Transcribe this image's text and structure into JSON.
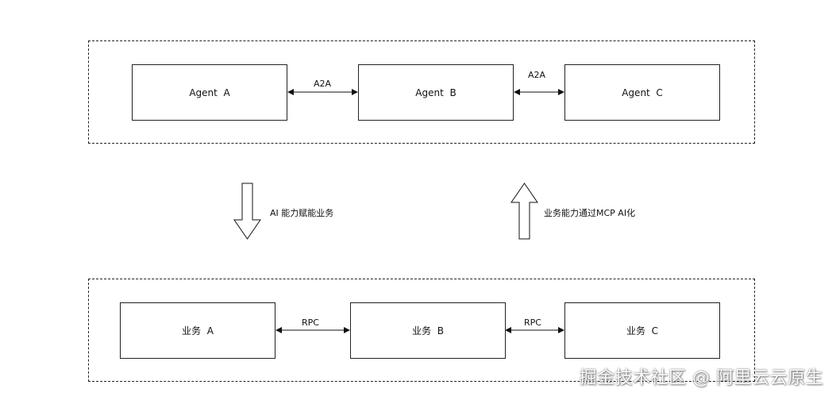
{
  "top_group": {
    "nodes": [
      "Agent  A",
      "Agent  B",
      "Agent  C"
    ],
    "edges": [
      "A2A",
      "A2A"
    ]
  },
  "bottom_group": {
    "nodes": [
      "业务  A",
      "业务  B",
      "业务  C"
    ],
    "edges": [
      "RPC",
      "RPC"
    ]
  },
  "transitions": {
    "down_label": "AI 能力赋能业务",
    "up_label": "业务能力通过MCP AI化"
  },
  "watermark": "掘金技术社区 @ 阿里云云原生"
}
